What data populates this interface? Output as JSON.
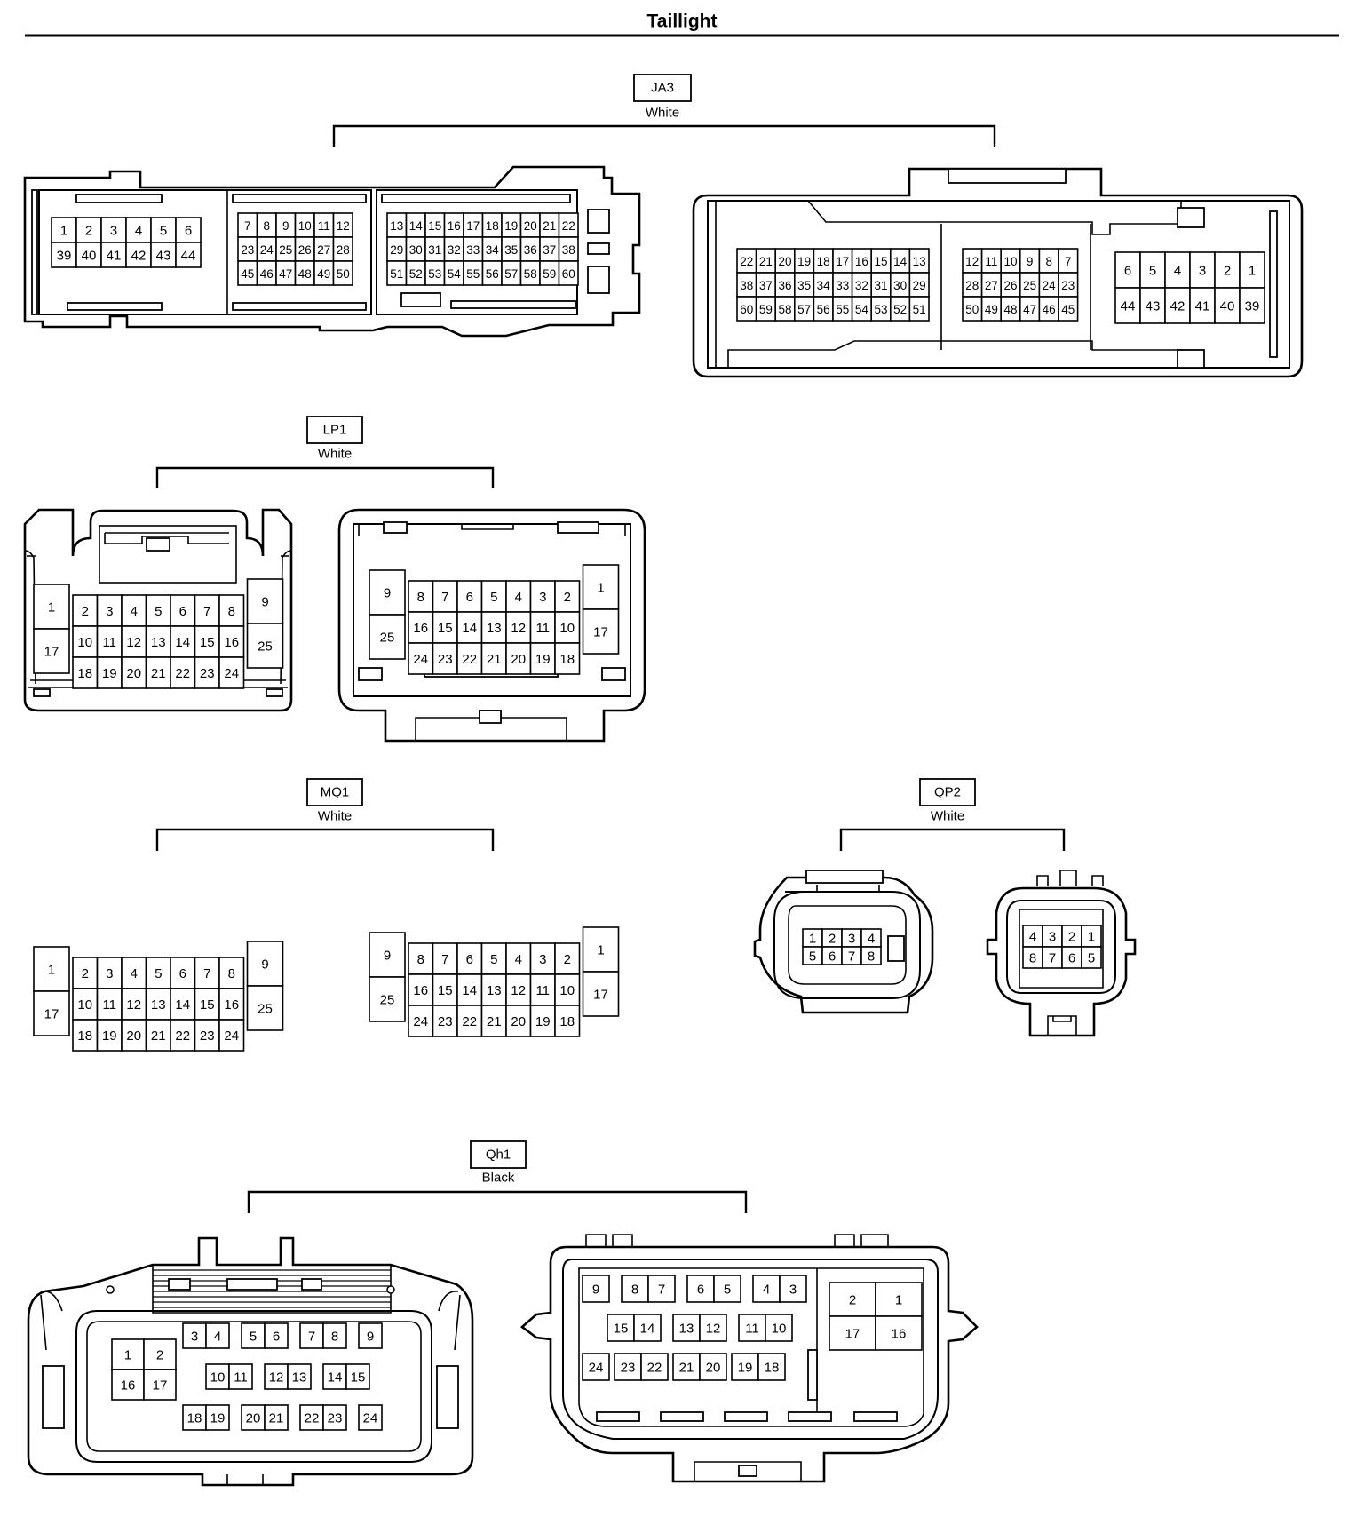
{
  "title": "Taillight",
  "connectors": [
    {
      "id": "JA3",
      "color": "White",
      "views": [
        {
          "blocks": [
            [
              [
                "1",
                "2",
                "3",
                "4",
                "5",
                "6"
              ],
              [
                "39",
                "40",
                "41",
                "42",
                "43",
                "44"
              ]
            ],
            [
              [
                "7",
                "8",
                "9",
                "10",
                "11",
                "12"
              ],
              [
                "23",
                "24",
                "25",
                "26",
                "27",
                "28"
              ],
              [
                "45",
                "46",
                "47",
                "48",
                "49",
                "50"
              ]
            ],
            [
              [
                "13",
                "14",
                "15",
                "16",
                "17",
                "18",
                "19",
                "20",
                "21",
                "22"
              ],
              [
                "29",
                "30",
                "31",
                "32",
                "33",
                "34",
                "35",
                "36",
                "37",
                "38"
              ],
              [
                "51",
                "52",
                "53",
                "54",
                "55",
                "56",
                "57",
                "58",
                "59",
                "60"
              ]
            ]
          ]
        },
        {
          "blocks": [
            [
              [
                "22",
                "21",
                "20",
                "19",
                "18",
                "17",
                "16",
                "15",
                "14",
                "13"
              ],
              [
                "38",
                "37",
                "36",
                "35",
                "34",
                "33",
                "32",
                "31",
                "30",
                "29"
              ],
              [
                "60",
                "59",
                "58",
                "57",
                "56",
                "55",
                "54",
                "53",
                "52",
                "51"
              ]
            ],
            [
              [
                "12",
                "11",
                "10",
                "9",
                "8",
                "7"
              ],
              [
                "28",
                "27",
                "26",
                "25",
                "24",
                "23"
              ],
              [
                "50",
                "49",
                "48",
                "47",
                "46",
                "45"
              ]
            ],
            [
              [
                "6",
                "5",
                "4",
                "3",
                "2",
                "1"
              ],
              [
                "44",
                "43",
                "42",
                "41",
                "40",
                "39"
              ]
            ]
          ]
        }
      ]
    },
    {
      "id": "LP1",
      "color": "White",
      "views": [
        {
          "left": [
            "1",
            "17"
          ],
          "center": [
            [
              "2",
              "3",
              "4",
              "5",
              "6",
              "7",
              "8"
            ],
            [
              "10",
              "11",
              "12",
              "13",
              "14",
              "15",
              "16"
            ],
            [
              "18",
              "19",
              "20",
              "21",
              "22",
              "23",
              "24"
            ]
          ],
          "right": [
            "9",
            "25"
          ]
        },
        {
          "left": [
            "9",
            "25"
          ],
          "center": [
            [
              "8",
              "7",
              "6",
              "5",
              "4",
              "3",
              "2"
            ],
            [
              "16",
              "15",
              "14",
              "13",
              "12",
              "11",
              "10"
            ],
            [
              "24",
              "23",
              "22",
              "21",
              "20",
              "19",
              "18"
            ]
          ],
          "right": [
            "1",
            "17"
          ]
        }
      ]
    },
    {
      "id": "MQ1",
      "color": "White",
      "views": [
        {
          "left": [
            "1",
            "17"
          ],
          "center": [
            [
              "2",
              "3",
              "4",
              "5",
              "6",
              "7",
              "8"
            ],
            [
              "10",
              "11",
              "12",
              "13",
              "14",
              "15",
              "16"
            ],
            [
              "18",
              "19",
              "20",
              "21",
              "22",
              "23",
              "24"
            ]
          ],
          "right": [
            "9",
            "25"
          ]
        },
        {
          "left": [
            "9",
            "25"
          ],
          "center": [
            [
              "8",
              "7",
              "6",
              "5",
              "4",
              "3",
              "2"
            ],
            [
              "16",
              "15",
              "14",
              "13",
              "12",
              "11",
              "10"
            ],
            [
              "24",
              "23",
              "22",
              "21",
              "20",
              "19",
              "18"
            ]
          ],
          "right": [
            "1",
            "17"
          ]
        }
      ]
    },
    {
      "id": "QP2",
      "color": "White",
      "views": [
        {
          "rows": [
            [
              "1",
              "2",
              "3",
              "4"
            ],
            [
              "5",
              "6",
              "7",
              "8"
            ]
          ]
        },
        {
          "rows": [
            [
              "4",
              "3",
              "2",
              "1"
            ],
            [
              "8",
              "7",
              "6",
              "5"
            ]
          ]
        }
      ]
    },
    {
      "id": "Qh1",
      "color": "Black",
      "views": [
        {
          "leftRows": [
            [
              "1",
              "2"
            ],
            [
              "16",
              "17"
            ]
          ],
          "row1": [
            [
              "3",
              "4"
            ],
            [
              "5",
              "6"
            ],
            [
              "7",
              "8"
            ],
            [
              "9"
            ]
          ],
          "row2": [
            [
              "10",
              "11"
            ],
            [
              "12",
              "13"
            ],
            [
              "14",
              "15"
            ]
          ],
          "row3": [
            [
              "18",
              "19"
            ],
            [
              "20",
              "21"
            ],
            [
              "22",
              "23"
            ],
            [
              "24"
            ]
          ]
        },
        {
          "row1": [
            [
              "9"
            ],
            [
              "8",
              "7"
            ],
            [
              "6",
              "5"
            ],
            [
              "4",
              "3"
            ]
          ],
          "row2": [
            [
              "15",
              "14"
            ],
            [
              "13",
              "12"
            ],
            [
              "11",
              "10"
            ]
          ],
          "row3": [
            [
              "24"
            ],
            [
              "23",
              "22"
            ],
            [
              "21",
              "20"
            ],
            [
              "19",
              "18"
            ]
          ],
          "rightRows": [
            [
              "2",
              "1"
            ],
            [
              "17",
              "16"
            ]
          ]
        }
      ]
    }
  ]
}
